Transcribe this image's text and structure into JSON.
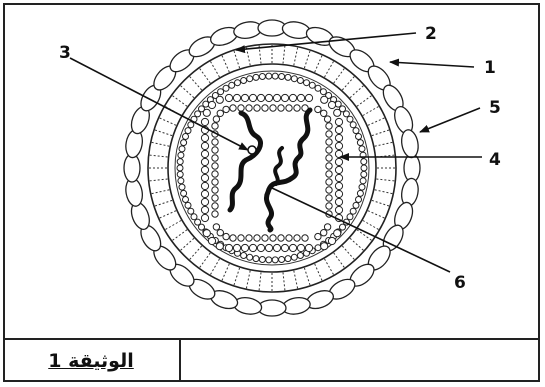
{
  "caption": "الوثيقة 1",
  "labels": [
    {
      "id": "1",
      "text": "1"
    },
    {
      "id": "2",
      "text": "2"
    },
    {
      "id": "3",
      "text": "3"
    },
    {
      "id": "4",
      "text": "4"
    },
    {
      "id": "5",
      "text": "5"
    },
    {
      "id": "6",
      "text": "6"
    }
  ],
  "colors": {
    "ink": "#111111",
    "background": "#ffffff"
  }
}
